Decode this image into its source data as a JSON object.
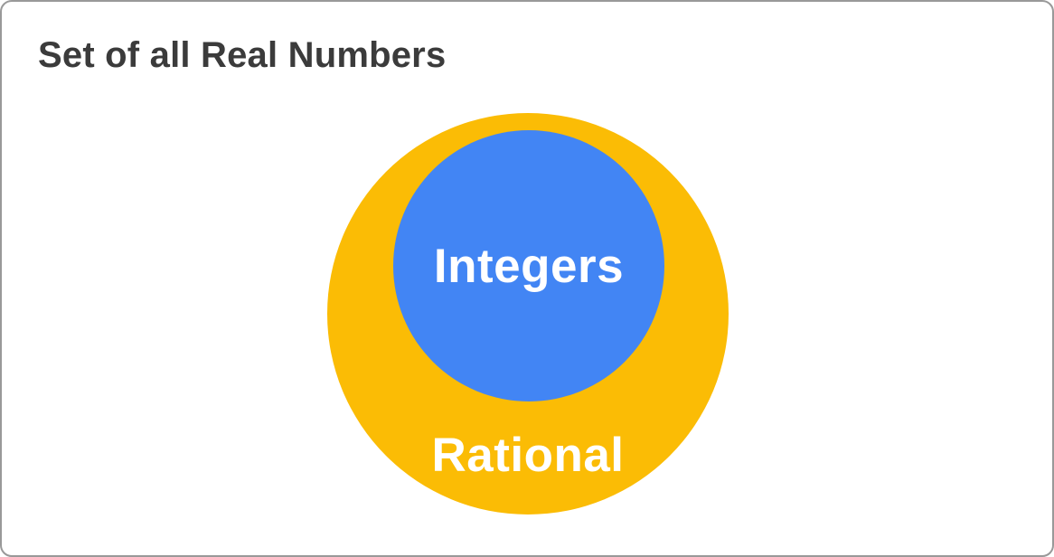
{
  "card": {
    "title": "Set of all Real Numbers",
    "title_color": "#3B3B3B",
    "background_color": "#FFFFFF",
    "border_color": "#999999"
  },
  "diagram": {
    "type": "euler-diagram",
    "outer_set": {
      "label": "Rational",
      "fill_color": "#FBBC05",
      "label_color": "#FFFFFF"
    },
    "inner_set": {
      "label": "Integers",
      "fill_color": "#4285F4",
      "label_color": "#FFFFFF"
    }
  }
}
